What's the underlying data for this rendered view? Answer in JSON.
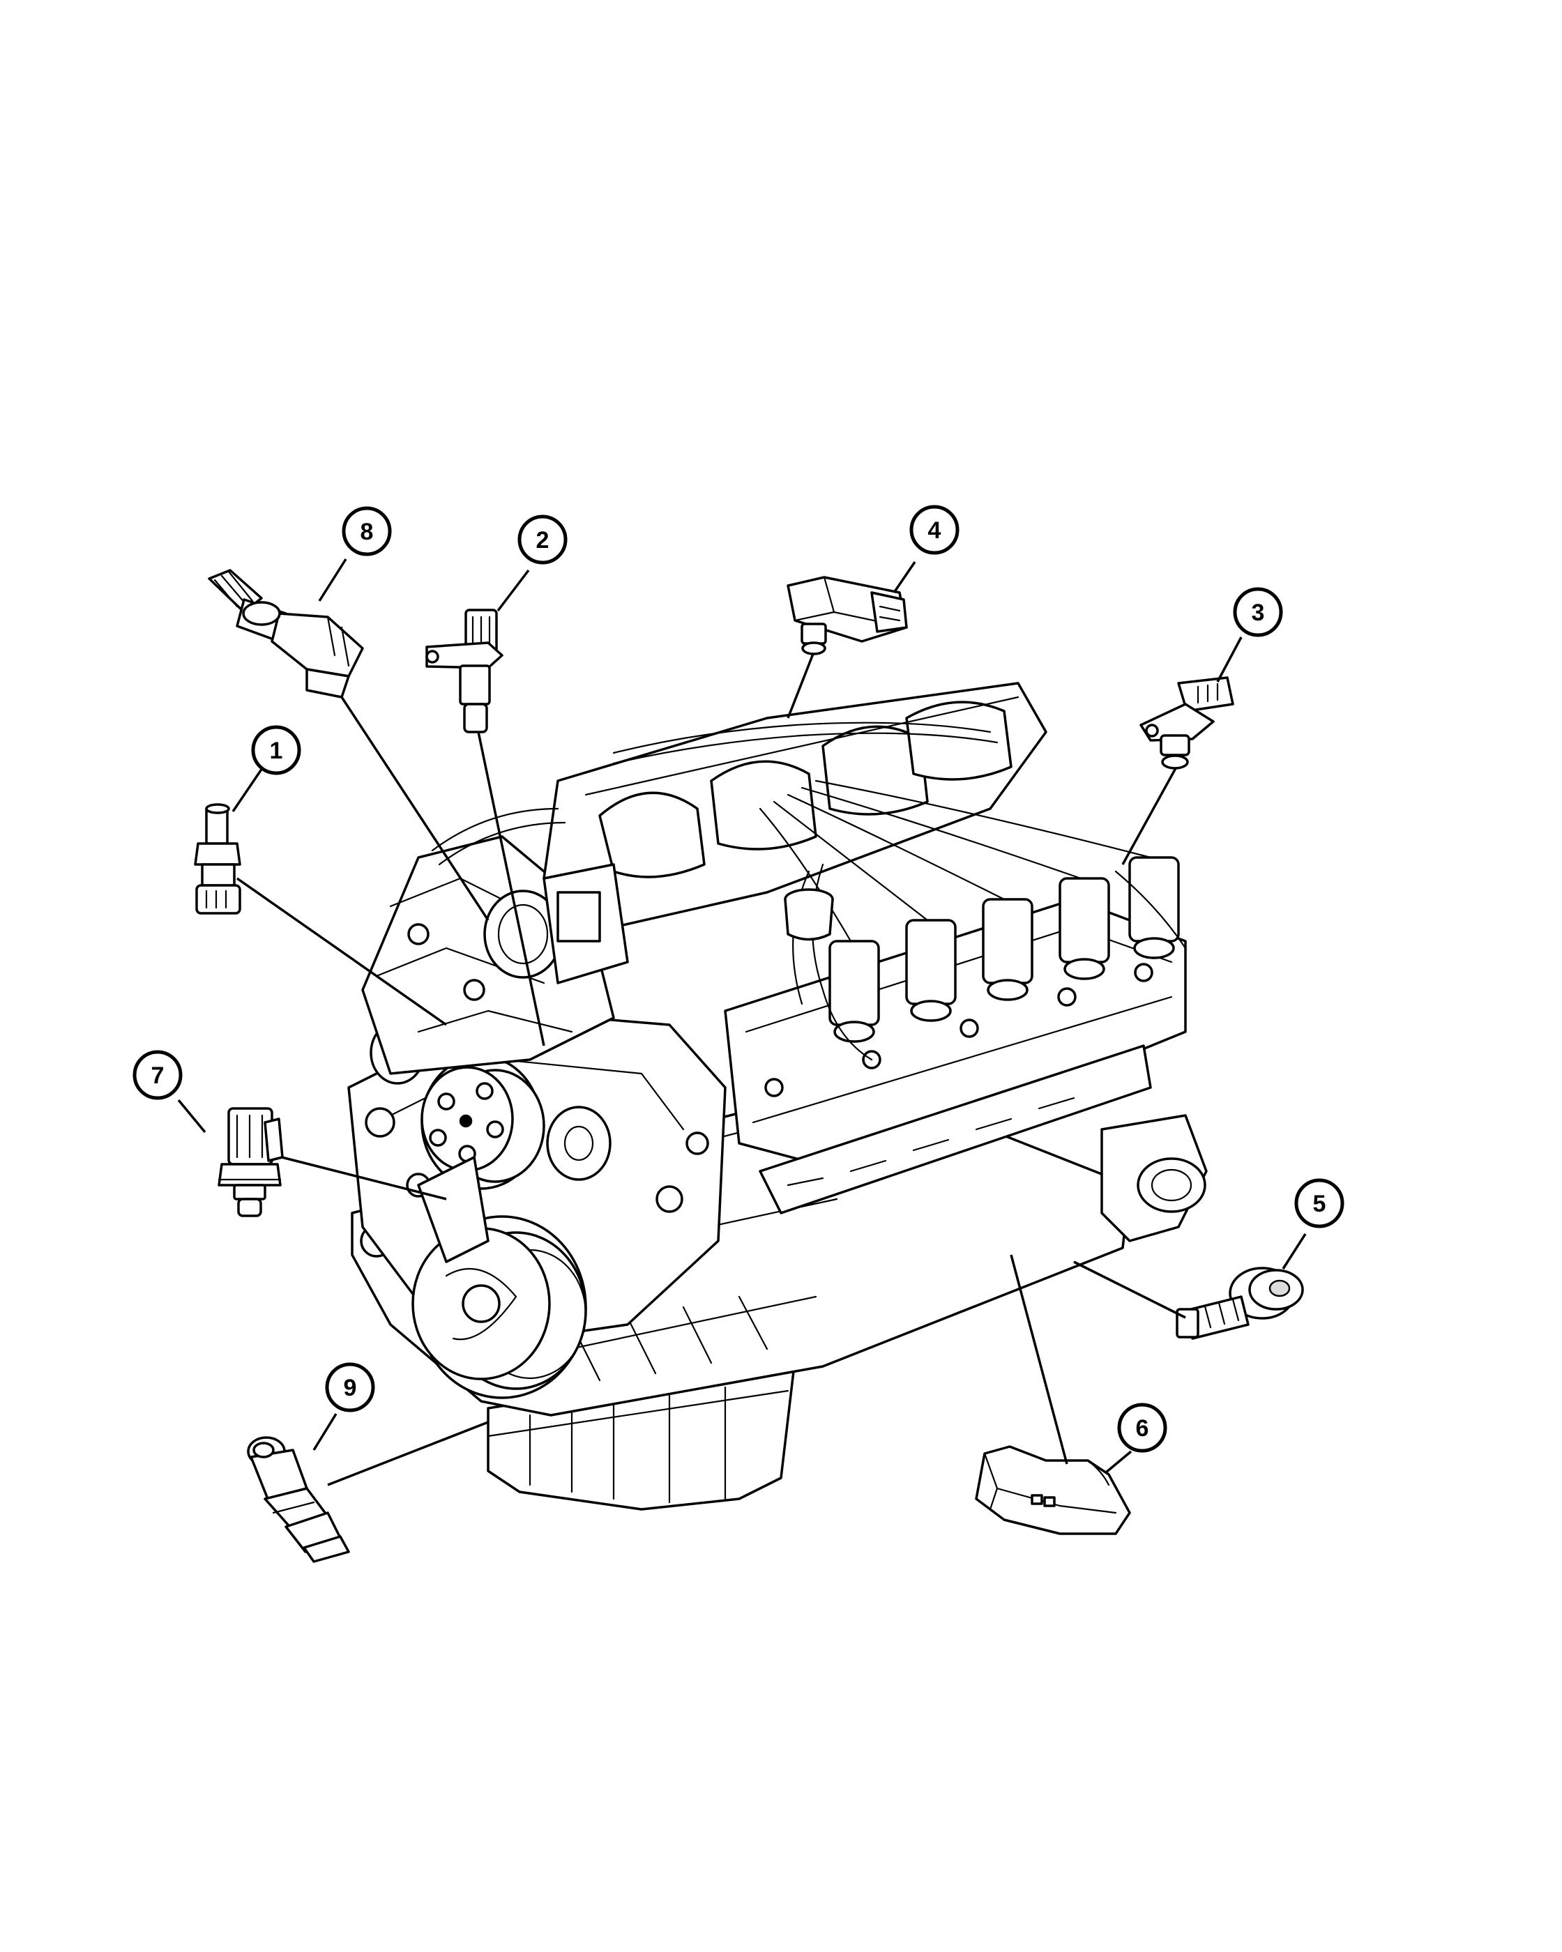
{
  "callouts": [
    {
      "id": "1",
      "label": "1"
    },
    {
      "id": "2",
      "label": "2"
    },
    {
      "id": "3",
      "label": "3"
    },
    {
      "id": "4",
      "label": "4"
    },
    {
      "id": "5",
      "label": "5"
    },
    {
      "id": "6",
      "label": "6"
    },
    {
      "id": "7",
      "label": "7"
    },
    {
      "id": "8",
      "label": "8"
    },
    {
      "id": "9",
      "label": "9"
    }
  ],
  "colors": {
    "line": "#000000",
    "background": "#ffffff",
    "shade": "#dcdcdc"
  }
}
